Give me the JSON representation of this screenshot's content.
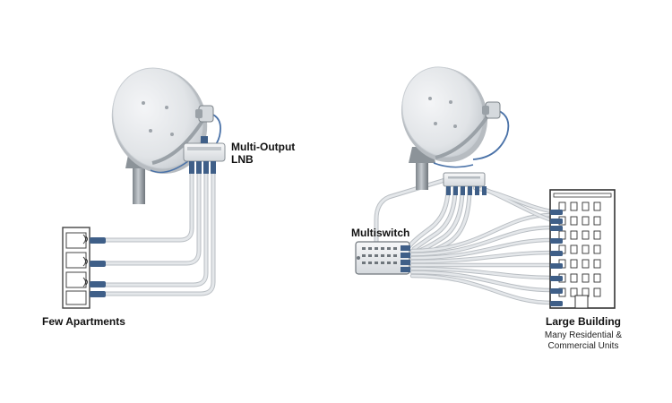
{
  "labels": {
    "lnb_line1": "Multi-Output",
    "lnb_line2": "LNB",
    "few_apartments": "Few Apartments",
    "multiswitch": "Multiswitch",
    "large_building": "Large Building",
    "large_building_sub_line1": "Many Residential &",
    "large_building_sub_line2": "Commercial Units"
  },
  "colors": {
    "dish": "#e3e6e9",
    "dish_shadow": "#c9ced3",
    "metal": "#8f969c",
    "cable": "#d8dcdf",
    "cable_edge": "#b9bec3",
    "connector": "#3f5f88",
    "feed_wire": "#4a72a8",
    "outline": "#555555"
  }
}
